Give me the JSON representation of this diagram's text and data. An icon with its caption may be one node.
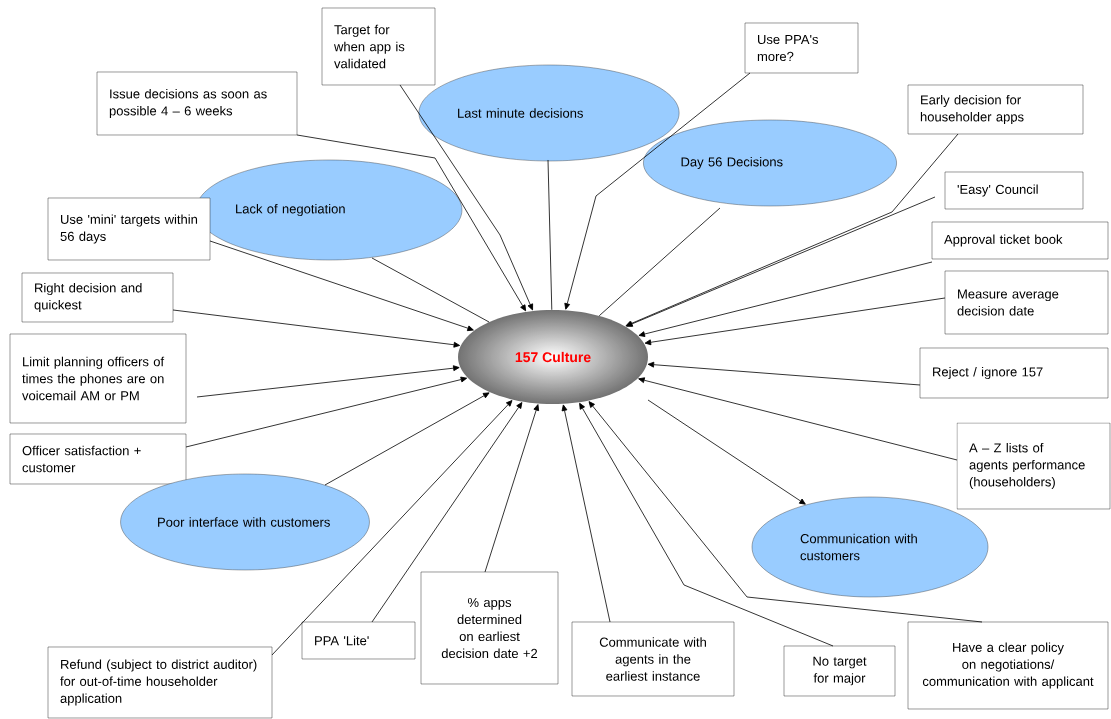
{
  "diagram": {
    "nodes": [
      {
        "text": [
          "157 Culture"
        ]
      },
      {
        "text": [
          "Target for when app is validated"
        ]
      },
      {
        "text": [
          "Issue decisions as soon as possible 4 – 6 weeks"
        ]
      },
      {
        "text": [
          "Last minute decisions"
        ]
      },
      {
        "text": [
          "Use PPA's more?"
        ]
      },
      {
        "text": [
          "Day 56 Decisions"
        ]
      },
      {
        "text": [
          "Early decision for householder apps"
        ]
      },
      {
        "text": [
          "Lack of negotiation"
        ]
      },
      {
        "text": [
          "Use 'mini' targets within 56 days"
        ]
      },
      {
        "text": [
          "'Easy' Council"
        ]
      },
      {
        "text": [
          "Approval ticket book"
        ]
      },
      {
        "text": [
          "Right decision and quickest"
        ]
      },
      {
        "text": [
          "Measure average decision date"
        ]
      },
      {
        "text": [
          "Limit planning officers of times the phones are on voicemail AM or PM"
        ]
      },
      {
        "text": [
          "Reject / ignore 157"
        ]
      },
      {
        "text": [
          "Officer satisfaction + customer"
        ]
      },
      {
        "text": [
          "A – Z lists of agents performance (householders)"
        ]
      },
      {
        "text": [
          "Poor interface with customers"
        ]
      },
      {
        "text": [
          "Communication with customers"
        ]
      },
      {
        "text": [
          "Refund (subject to district auditor) for out-of-time householder application"
        ]
      },
      {
        "text": [
          "PPA 'Lite'"
        ]
      },
      {
        "text": [
          "% apps determined on earliest decision date +2"
        ]
      },
      {
        "text": [
          "Communicate with agents in the earliest instance"
        ]
      },
      {
        "text": [
          "No target for major"
        ]
      },
      {
        "text": [
          "Have a clear policy on negotiations/ communication with applicant"
        ]
      }
    ],
    "edges": [
      {
        "from": 1,
        "to": 0,
        "arrow": "to"
      },
      {
        "from": 2,
        "to": 0,
        "arrow": "to"
      },
      {
        "from": 3,
        "to": 0,
        "arrow": "none"
      },
      {
        "from": 4,
        "to": 0,
        "arrow": "to"
      },
      {
        "from": 5,
        "to": 0,
        "arrow": "none"
      },
      {
        "from": 6,
        "to": 0,
        "arrow": "to"
      },
      {
        "from": 7,
        "to": 0,
        "arrow": "none"
      },
      {
        "from": 8,
        "to": 0,
        "arrow": "to"
      },
      {
        "from": 9,
        "to": 0,
        "arrow": "to"
      },
      {
        "from": 10,
        "to": 0,
        "arrow": "to"
      },
      {
        "from": 11,
        "to": 0,
        "arrow": "to"
      },
      {
        "from": 12,
        "to": 0,
        "arrow": "to"
      },
      {
        "from": 13,
        "to": 0,
        "arrow": "to"
      },
      {
        "from": 14,
        "to": 0,
        "arrow": "to"
      },
      {
        "from": 15,
        "to": 0,
        "arrow": "to"
      },
      {
        "from": 16,
        "to": 0,
        "arrow": "to"
      },
      {
        "from": 17,
        "to": 0,
        "arrow": "to"
      },
      {
        "from": 0,
        "to": 18,
        "arrow": "to"
      },
      {
        "from": 19,
        "to": 0,
        "arrow": "to"
      },
      {
        "from": 20,
        "to": 0,
        "arrow": "to"
      },
      {
        "from": 21,
        "to": 0,
        "arrow": "to"
      },
      {
        "from": 22,
        "to": 0,
        "arrow": "to"
      },
      {
        "from": 23,
        "to": 0,
        "arrow": "to"
      },
      {
        "from": 24,
        "to": 0,
        "arrow": "to"
      }
    ]
  }
}
